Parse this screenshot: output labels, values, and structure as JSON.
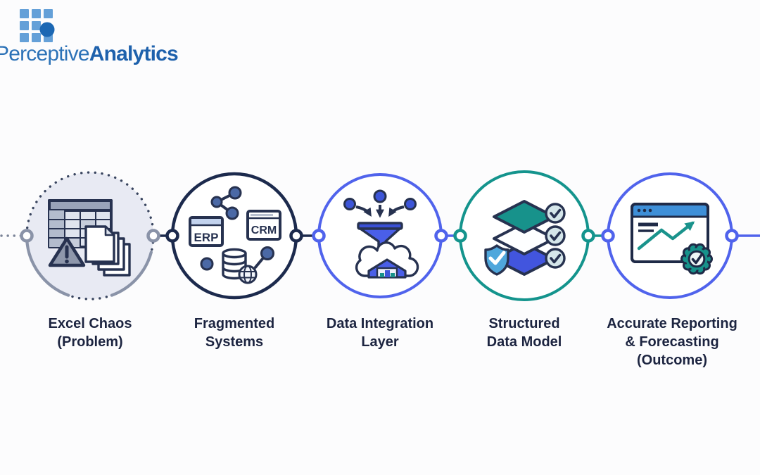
{
  "logo": {
    "brand_regular": "Perceptive",
    "brand_bold": "Analytics",
    "grid_color": "#64A0D8",
    "dot_color": "#1B67B3",
    "text_color_regular": "#2C72B7",
    "text_color_bold": "#1E61AC"
  },
  "flow": {
    "label_color": "#1C2440",
    "colors": {
      "navy_outline": "#273250",
      "navy_ring": "#1C2A4D",
      "indigo_ring": "#5063EC",
      "teal_ring": "#14948D",
      "steel_blue": "#4FA7DC",
      "stage1_fill": "#E8EAF3",
      "gray_connector": "#8A93A8"
    },
    "stages": [
      {
        "id": "excel-chaos",
        "label_lines": [
          "Excel Chaos",
          "(Problem)"
        ],
        "ring_color": "#39455F",
        "ring_style": "dotted",
        "fill": "#E8EAF3",
        "icon": "spreadsheet-warning-document-stack-icon"
      },
      {
        "id": "fragmented-systems",
        "label_lines": [
          "Fragmented",
          "Systems"
        ],
        "ring_color": "#1C2A4D",
        "ring_style": "solid",
        "fill": "#FFFFFF",
        "icon": "erp-crm-database-share-icon",
        "icon_labels": [
          "ERP",
          "CRM"
        ]
      },
      {
        "id": "data-integration-layer",
        "label_lines": [
          "Data Integration",
          "Layer"
        ],
        "ring_color": "#5063EC",
        "ring_style": "solid",
        "fill": "#FFFFFF",
        "icon": "funnel-cloud-warehouse-icon"
      },
      {
        "id": "structured-data-model",
        "label_lines": [
          "Structured",
          "Data Model"
        ],
        "ring_color": "#14948D",
        "ring_style": "solid",
        "fill": "#FFFFFF",
        "icon": "stacked-layers-checks-shield-icon"
      },
      {
        "id": "accurate-reporting",
        "label_lines": [
          "Accurate Reporting",
          "& Forecasting",
          "(Outcome)"
        ],
        "ring_color": "#5063EC",
        "ring_style": "solid",
        "fill": "#FFFFFF",
        "icon": "report-window-trend-badge-icon"
      }
    ]
  }
}
